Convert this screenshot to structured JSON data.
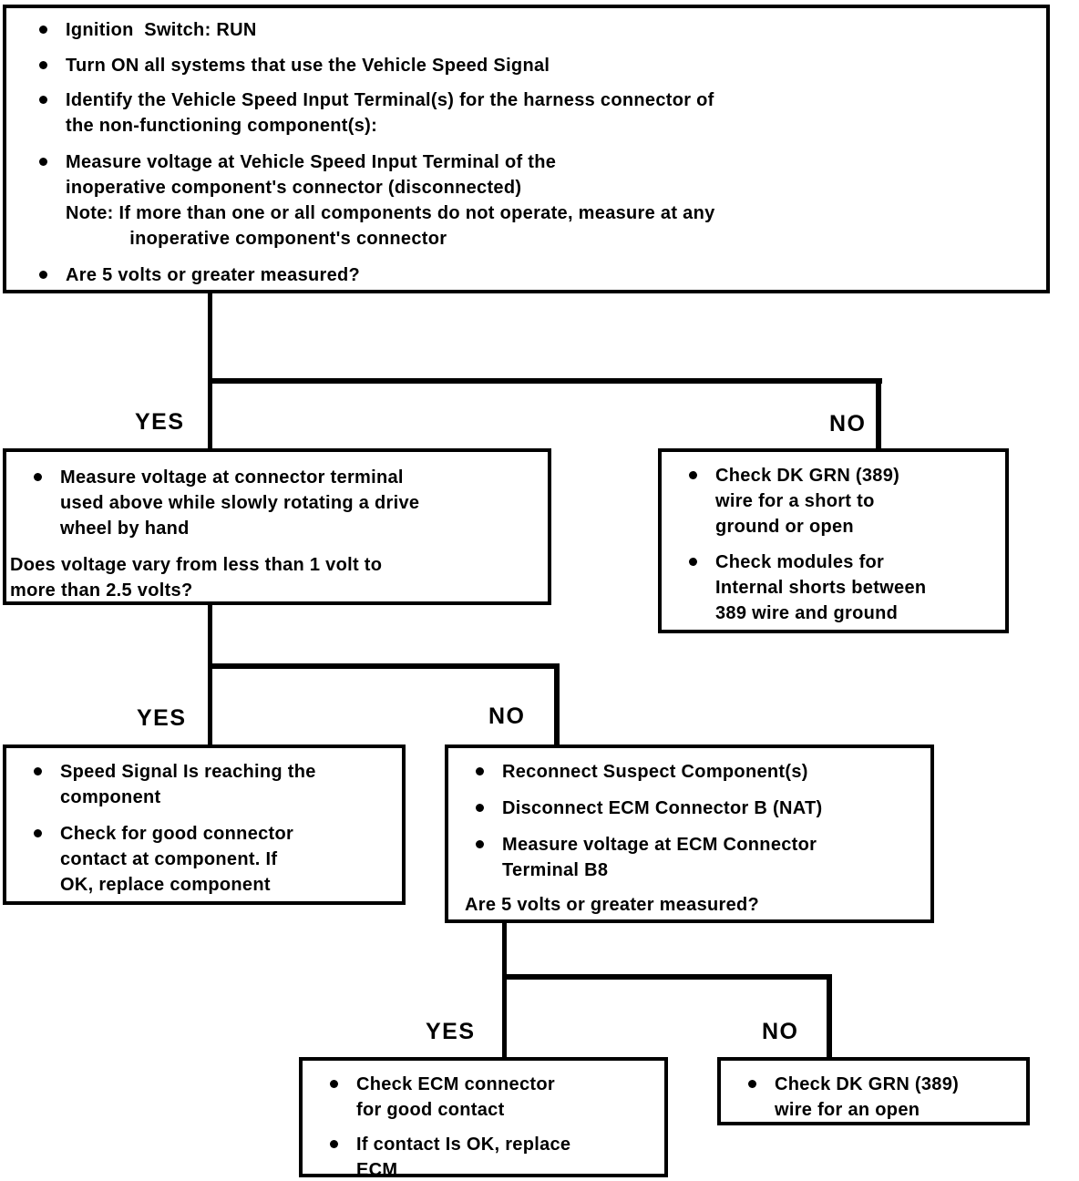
{
  "page": {
    "background": "#ffffff",
    "ink": "#000000"
  },
  "flowchart": {
    "branch_labels": {
      "level1_yes": "YES",
      "level1_no": "NO",
      "level2_yes": "YES",
      "level2_no": "NO",
      "level3_yes": "YES",
      "level3_no": "NO"
    },
    "boxes": {
      "start": {
        "items": [
          "Ignition  Switch: RUN",
          "Turn ON all systems that use the Vehicle Speed Signal",
          "Identify the Vehicle Speed Input Terminal(s) for the harness connector of\nthe non-functioning component(s):",
          "Measure voltage at Vehicle Speed Input Terminal of the\ninoperative component's connector (disconnected)\nNote: If more than one or all components do not operate, measure at any\n            inoperative component's connector",
          "Are 5 volts or greater measured?"
        ]
      },
      "l2_yes": {
        "bullets": [
          "Measure voltage at connector terminal\nused above while slowly rotating a drive\nwheel by hand"
        ],
        "question": "Does voltage vary from less than 1 volt to\nmore than 2.5 volts?"
      },
      "l2_no": {
        "bullets": [
          "Check DK GRN (389)\nwire for a short to\nground or open",
          "Check modules for\nInternal shorts between\n389 wire and ground"
        ]
      },
      "l3_yes": {
        "bullets": [
          "Speed Signal Is reaching the\ncomponent",
          "Check for good connector\ncontact at component. If\nOK, replace component"
        ]
      },
      "l3_no": {
        "bullets": [
          "Reconnect Suspect Component(s)",
          "Disconnect ECM Connector B (NAT)",
          "Measure voltage at ECM Connector\nTerminal B8"
        ],
        "question": "Are 5 volts or greater measured?"
      },
      "l4_yes": {
        "bullets": [
          "Check ECM connector\nfor good contact",
          "If contact Is OK, replace\nECM"
        ]
      },
      "l4_no": {
        "bullets": [
          "Check DK GRN (389)\nwire for an open"
        ]
      }
    }
  }
}
